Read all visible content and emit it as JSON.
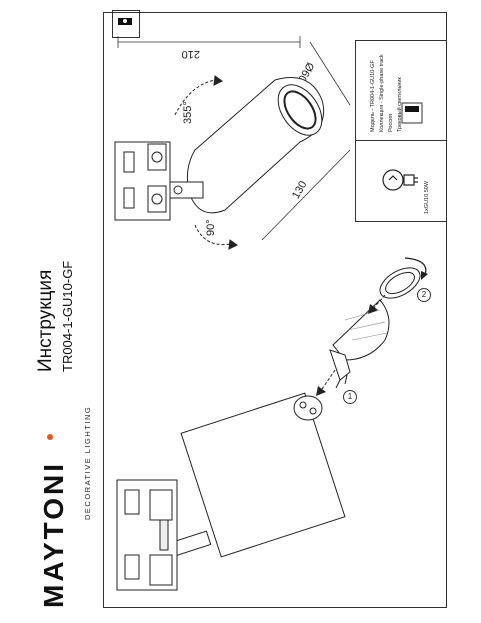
{
  "brand": {
    "logo_text": "MAYTONI",
    "tagline": "DECORATIVE LIGHTING"
  },
  "document": {
    "title": "Инструкция",
    "model": "TR004-1-GU10-GF"
  },
  "dimensions": {
    "width": "210",
    "diameter": "Ø60",
    "length": "130",
    "rotation_vertical": "355°",
    "rotation_tilt": "90°"
  },
  "steps": {
    "step1": "1",
    "step2": "2"
  },
  "lamp": {
    "spec": "1xGU10 50W"
  },
  "info_card": {
    "model_line": "Модель - TR004-1-GU10-GF",
    "collection_line": "Коллекция - Single-phase track",
    "country_line": "Россия",
    "type_line": "Трековый светильник"
  },
  "colors": {
    "accent": "#e05a1c",
    "line": "#333333"
  }
}
